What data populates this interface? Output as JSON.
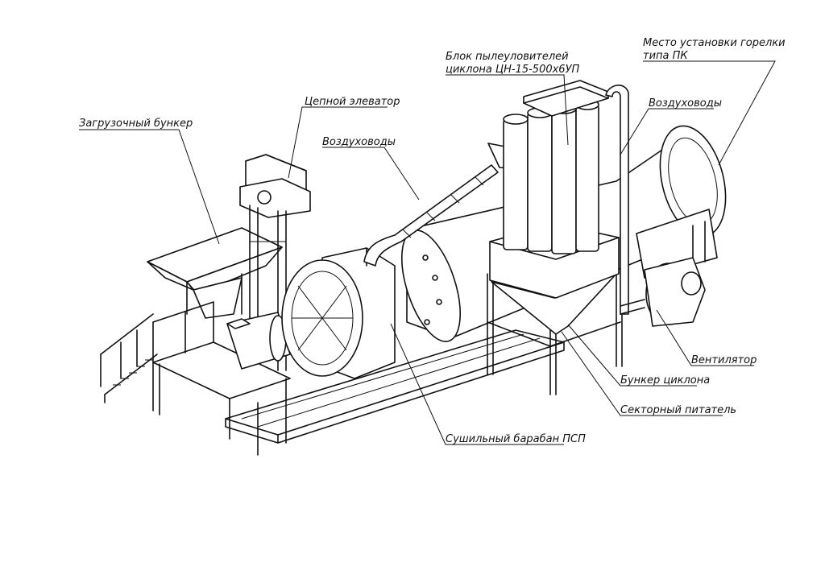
{
  "labels": {
    "loading_hopper": "Загрузочный бункер",
    "chain_elevator": "Цепной элеватор",
    "air_ducts_left": "Воздуховоды",
    "dust_block_line1": "Блок пылеуловителей",
    "dust_block_line2": "циклона ЦН-15-500х6УП",
    "burner_line1": "Место установки горелки",
    "burner_line2": "типа ПК",
    "air_ducts_right": "Воздуховоды",
    "fan": "Вентилятор",
    "cyclone_hopper": "Бункер циклона",
    "sector_feeder": "Секторный питатель",
    "drying_drum": "Сушильный барабан ПСП"
  },
  "colors": {
    "ink": "#111111",
    "paper": "#ffffff"
  }
}
